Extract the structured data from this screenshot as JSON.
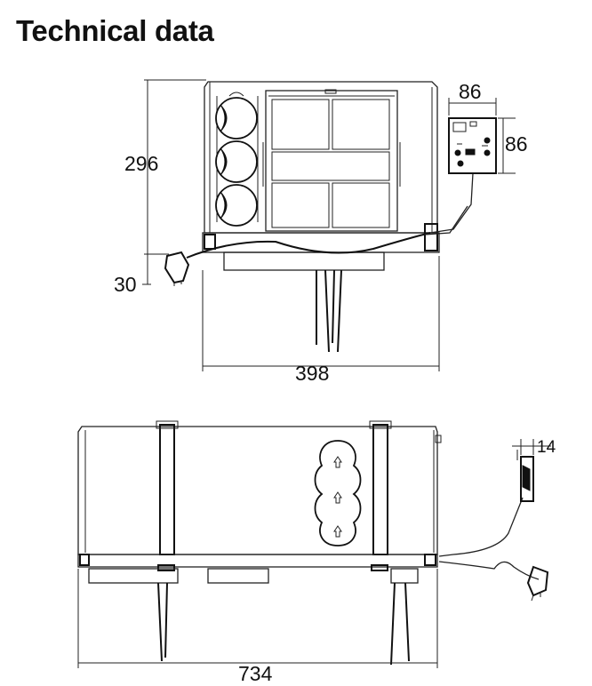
{
  "title": "Technical data",
  "dimensions": {
    "height_mm": "296",
    "feet_mm": "30",
    "width_mm": "398",
    "panel_width_mm": "86",
    "panel_height_mm": "86",
    "length_mm": "734",
    "panel_depth_mm": "14"
  }
}
